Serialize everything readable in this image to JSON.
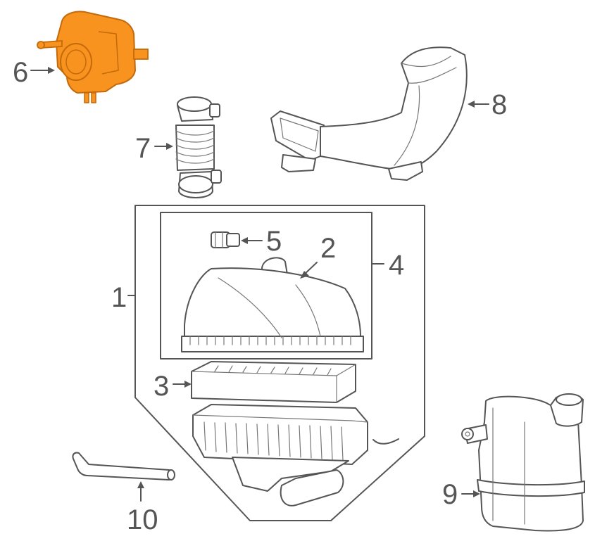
{
  "diagram": {
    "callouts": [
      {
        "id": "c1",
        "label": "1"
      },
      {
        "id": "c2",
        "label": "2"
      },
      {
        "id": "c3",
        "label": "3"
      },
      {
        "id": "c4",
        "label": "4"
      },
      {
        "id": "c5",
        "label": "5"
      },
      {
        "id": "c6",
        "label": "6"
      },
      {
        "id": "c7",
        "label": "7"
      },
      {
        "id": "c8",
        "label": "8"
      },
      {
        "id": "c9",
        "label": "9"
      },
      {
        "id": "c10",
        "label": "10"
      }
    ],
    "colors": {
      "line": "#555555",
      "highlight_fill": "#f7931e",
      "highlight_stroke": "#c46a0a",
      "background": "#ffffff"
    },
    "highlighted_part": "6"
  }
}
